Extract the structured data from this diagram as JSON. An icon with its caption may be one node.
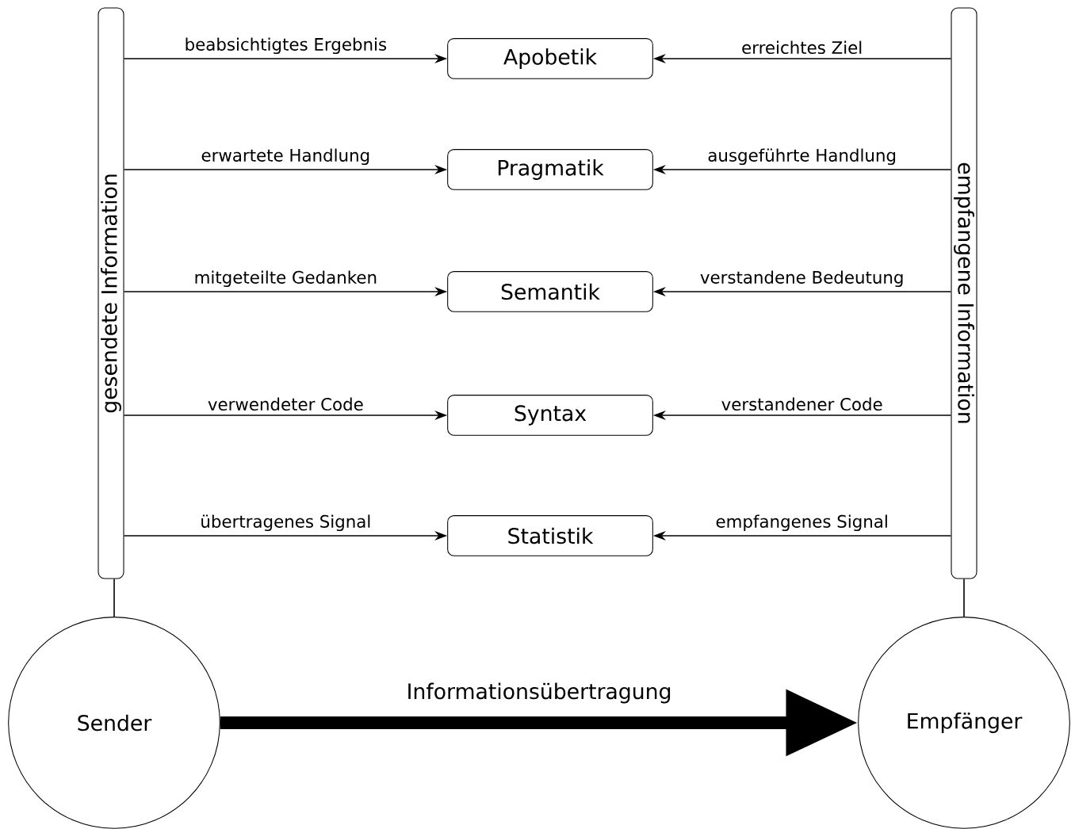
{
  "diagram": {
    "nodes": [
      {
        "text": [
          "gesendete Information"
        ]
      },
      {
        "text": [
          "empfangene Information"
        ]
      },
      {
        "text": [
          "Apobetik"
        ]
      },
      {
        "text": [
          "Pragmatik"
        ]
      },
      {
        "text": [
          "Semantik"
        ]
      },
      {
        "text": [
          "Syntax"
        ]
      },
      {
        "text": [
          "Statistik"
        ]
      },
      {
        "text": [
          "Sender"
        ]
      },
      {
        "text": [
          "Empfänger"
        ]
      }
    ],
    "edges": [
      {
        "from": 0,
        "to": 2,
        "arrow": "to",
        "label": "beabsichtigtes Ergebnis"
      },
      {
        "from": 1,
        "to": 2,
        "arrow": "to",
        "label": "erreichtes Ziel"
      },
      {
        "from": 0,
        "to": 3,
        "arrow": "to",
        "label": "erwartete Handlung"
      },
      {
        "from": 1,
        "to": 3,
        "arrow": "to",
        "label": "ausgeführte Handlung"
      },
      {
        "from": 0,
        "to": 4,
        "arrow": "to",
        "label": "mitgeteilte Gedanken"
      },
      {
        "from": 1,
        "to": 4,
        "arrow": "to",
        "label": "verstandene Bedeutung"
      },
      {
        "from": 0,
        "to": 5,
        "arrow": "to",
        "label": "verwendeter Code"
      },
      {
        "from": 1,
        "to": 5,
        "arrow": "to",
        "label": "verstandener Code"
      },
      {
        "from": 0,
        "to": 6,
        "arrow": "to",
        "label": "übertragenes Signal"
      },
      {
        "from": 1,
        "to": 6,
        "arrow": "to",
        "label": "empfangenes Signal"
      },
      {
        "from": 7,
        "to": 0,
        "arrow": "none"
      },
      {
        "from": 8,
        "to": 1,
        "arrow": "none"
      },
      {
        "from": 7,
        "to": 8,
        "arrow": "to",
        "label": "Informationsübertragung",
        "style": "thick"
      }
    ]
  }
}
